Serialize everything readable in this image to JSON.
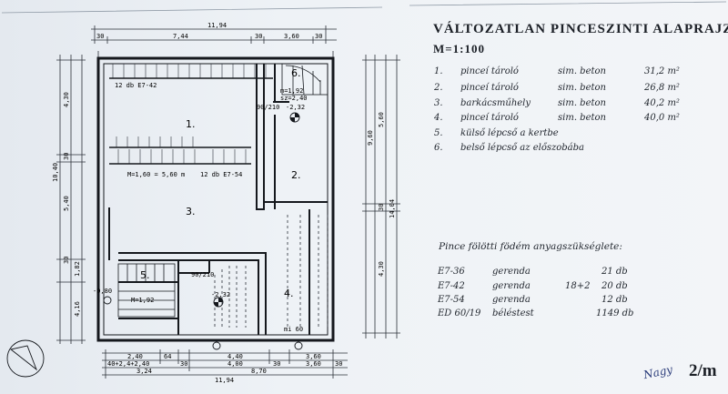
{
  "title": "VÁLTOZATLAN PINCESZINTI ALAPRAJZ",
  "scale": "M=1:100",
  "sheet_no": "2/m",
  "legend": [
    {
      "num": "1.",
      "name": "pinceí tároló",
      "floor": "sim. beton",
      "area": "31,2 m²"
    },
    {
      "num": "2.",
      "name": "pinceí tároló",
      "floor": "sim. beton",
      "area": "26,8 m²"
    },
    {
      "num": "3.",
      "name": "barkácsműhely",
      "floor": "sim. beton",
      "area": "40,2 m²"
    },
    {
      "num": "4.",
      "name": "pinceí tároló",
      "floor": "sim. beton",
      "area": "40,0 m²"
    },
    {
      "num": "5.",
      "name": "külső lépcső a kertbe",
      "floor": "",
      "area": ""
    },
    {
      "num": "6.",
      "name": "belső lépcső az előszobába",
      "floor": "",
      "area": ""
    }
  ],
  "materials": {
    "heading": "Pince fölötti födém anyagszükséglete:",
    "rows": [
      {
        "code": "E7-36",
        "item": "gerenda",
        "calc": "",
        "qty": "21 db"
      },
      {
        "code": "E7-42",
        "item": "gerenda",
        "calc": "18+2",
        "qty": "20 db"
      },
      {
        "code": "E7-54",
        "item": "gerenda",
        "calc": "",
        "qty": "12 db"
      },
      {
        "code": "ED 60/19",
        "item": "béléstest",
        "calc": "",
        "qty": "1149 db"
      }
    ]
  },
  "plan": {
    "rooms": [
      "1.",
      "2.",
      "3.",
      "4.",
      "5.",
      "6."
    ],
    "top_dims": [
      "30",
      "7,44",
      "30",
      "3,60",
      "30"
    ],
    "top_total": "11,94",
    "bottom_dims_row1": [
      "2,40",
      "64",
      "4,40",
      "3,60"
    ],
    "bottom_dims_row2": [
      "40+2,4+2,40",
      "30",
      "4,00",
      "30",
      "3,60",
      "30"
    ],
    "bottom_row3": [
      "3,24",
      "8,70"
    ],
    "bottom_total": "11,94",
    "left_dims": [
      "4,30",
      "30",
      "5,40",
      "30",
      "1,82",
      "4,16"
    ],
    "left_total": "10,40",
    "right_dims": [
      "9,60",
      "5,60",
      "30",
      "4,30"
    ],
    "right_total": "14,04",
    "labels": {
      "beam_a": "12 db E7-42",
      "beam_b": "M=1,60 = 5,60 m",
      "beam_c": "12 db E7-54",
      "lvl1": "-2,32",
      "lvl2": "-2,32",
      "lvl3": "-0,80",
      "stair": "m=1,92",
      "door": "M=1,92",
      "stair_b": "sz=2,40",
      "w1": "90/210",
      "w2": "90/210",
      "mi": "mi 60"
    }
  },
  "signature": "Nagy"
}
